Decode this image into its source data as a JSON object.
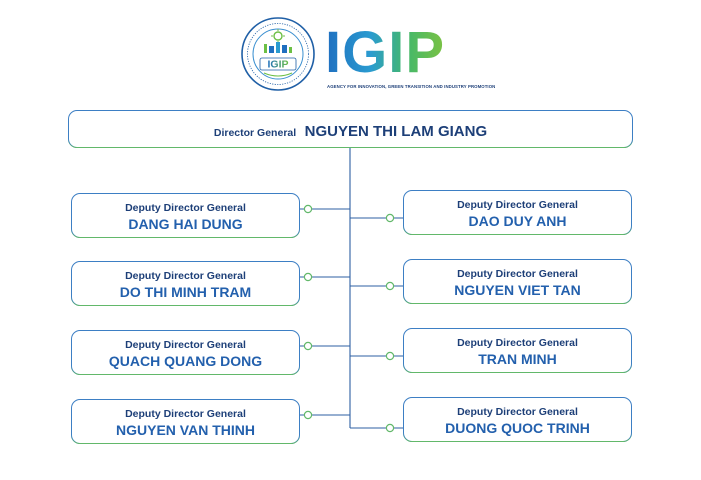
{
  "logo": {
    "emblem_text": "IGIP",
    "wordmark": "IGIP",
    "tagline": "AGENCY FOR INNOVATION, GREEN TRANSITION AND INDUSTRY PROMOTION"
  },
  "director_general": {
    "title": "Director General",
    "name": "NGUYEN THI LAM GIANG"
  },
  "deputies_left": [
    {
      "title": "Deputy Director General",
      "name": "DANG HAI DUNG"
    },
    {
      "title": "Deputy Director General",
      "name": "DO THI MINH TRAM"
    },
    {
      "title": "Deputy Director General",
      "name": "QUACH QUANG DONG"
    },
    {
      "title": "Deputy Director General",
      "name": "NGUYEN VAN THINH"
    }
  ],
  "deputies_right": [
    {
      "title": "Deputy Director General",
      "name": "DAO DUY ANH"
    },
    {
      "title": "Deputy Director General",
      "name": "NGUYEN VIET TAN"
    },
    {
      "title": "Deputy Director General",
      "name": "TRAN MINH"
    },
    {
      "title": "Deputy Director General",
      "name": "DUONG QUOC TRINH"
    }
  ],
  "colors": {
    "border_blue": "#3d7fc4",
    "border_green": "#62b86a",
    "text_navy": "#1d3f78",
    "name_blue": "#2360ad",
    "connector": "#2d5fa3"
  }
}
